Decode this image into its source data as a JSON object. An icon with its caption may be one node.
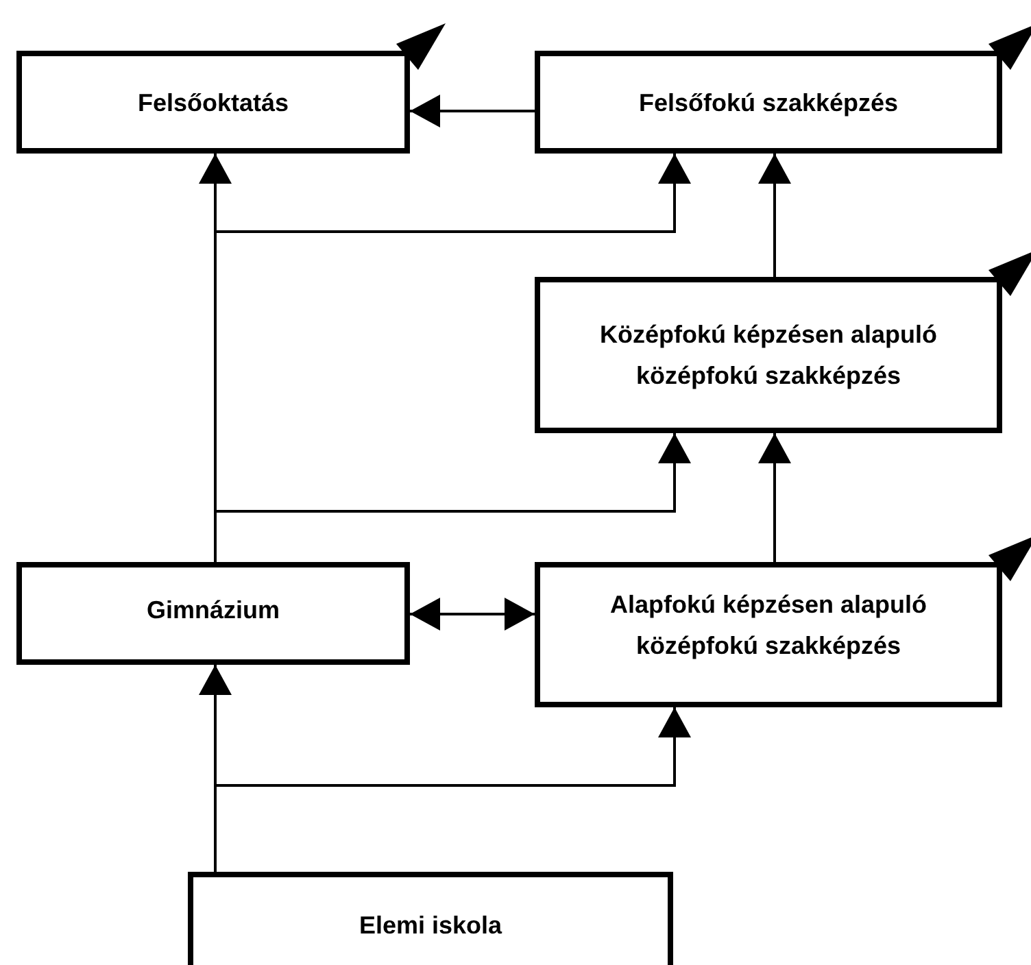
{
  "diagram": {
    "nodes": [
      {
        "text": [
          "Felsőoktatás"
        ]
      },
      {
        "text": [
          "Felsőfokú szakképzés"
        ]
      },
      {
        "text": [
          "Középfokú képzésen alapuló középfokú szakképzés"
        ]
      },
      {
        "text": [
          "Gimnázium"
        ]
      },
      {
        "text": [
          "Alapfokú képzésen alapuló középfokú szakképzés"
        ]
      },
      {
        "text": [
          "Elemi iskola"
        ]
      }
    ],
    "edges": [
      {
        "from": 1,
        "to": 0,
        "arrow": "to"
      },
      {
        "from": 3,
        "to": 0,
        "arrow": "to"
      },
      {
        "from": 3,
        "to": 1,
        "arrow": "to"
      },
      {
        "from": 2,
        "to": 1,
        "arrow": "to"
      },
      {
        "from": 3,
        "to": 2,
        "arrow": "to"
      },
      {
        "from": 4,
        "to": 2,
        "arrow": "to"
      },
      {
        "from": 3,
        "to": 4,
        "arrow": "both"
      },
      {
        "from": 5,
        "to": 3,
        "arrow": "to"
      },
      {
        "from": 5,
        "to": 4,
        "arrow": "to"
      }
    ]
  }
}
